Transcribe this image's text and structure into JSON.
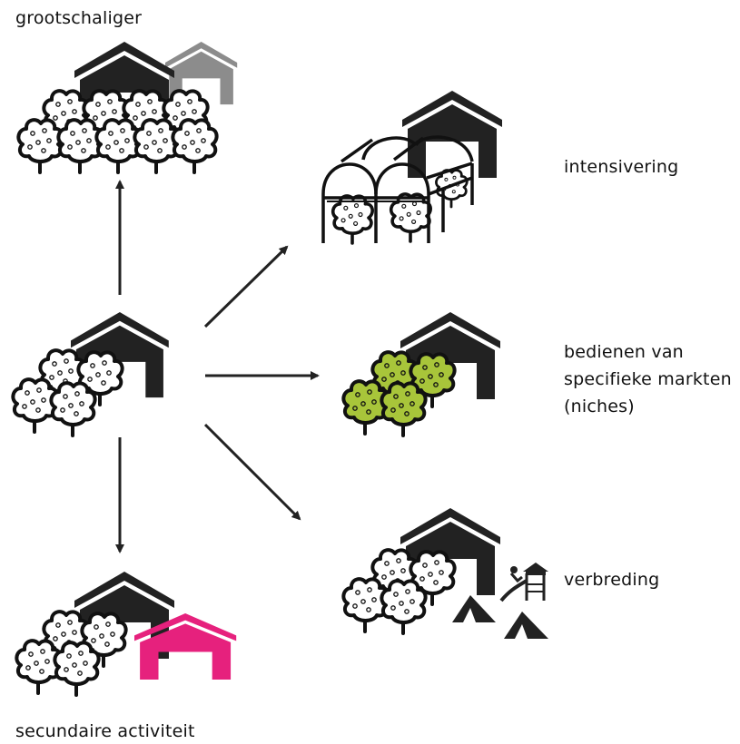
{
  "labels": {
    "top": "grootschaliger",
    "intensification": "intensivering",
    "niche_line1": "bedienen van",
    "niche_line2": "specifieke markten",
    "niche_line3": "(niches)",
    "broadening": "verbreding",
    "bottom": "secundaire activiteit"
  },
  "colors": {
    "barn": "#222222",
    "barn_extra": "#8c8c8c",
    "barn_secondary": "#e6217d",
    "tree_fill": "#ffffff",
    "tree_niche": "#a8c53a",
    "arrow": "#222222"
  },
  "icons": {
    "barn": "barn-icon",
    "tree": "fruit-tree-icon",
    "greenhouse": "tunnel-greenhouse-icon",
    "tent": "tent-icon",
    "slide": "playground-slide-icon"
  }
}
